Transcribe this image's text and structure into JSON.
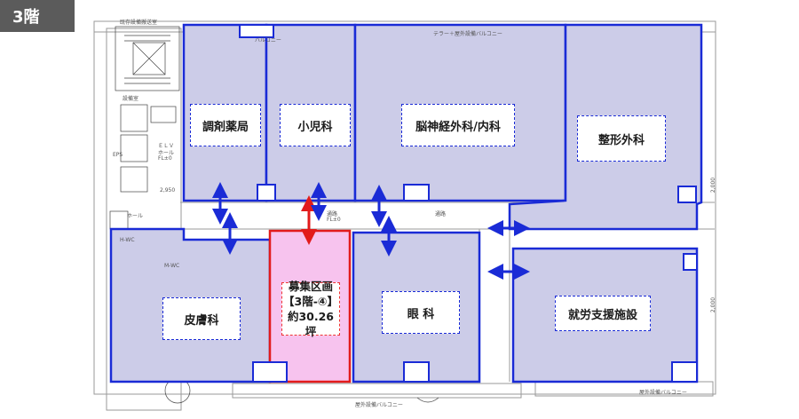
{
  "floor_label": "3階",
  "rooms": {
    "pharmacy": "調剤薬局",
    "pediatrics": "小児科",
    "neurosurgery": "脳神経外科/内科",
    "orthopedics": "整形外科",
    "dermatology": "皮膚科",
    "ophthalmology": "眼 科",
    "employment": "就労支援施設"
  },
  "recruit": {
    "line1": "募集区画",
    "line2": "【3階-④】",
    "line3": "約30.26坪"
  },
  "plan_text": {
    "top_facility": "既存設備搬送室",
    "balcony_top": "テラー＋屋外設備バルコニー",
    "balcony_small": "バルコニー",
    "balcony_bottom": "屋外設備バルコニー",
    "balcony_bottom2": "屋外設備バルコニー",
    "corridor1": "通路",
    "corridor1_fl": "FL±0",
    "corridor2": "通路",
    "elv_hall": "ＥＬＶ",
    "elv_hall2": "ホール",
    "elv_fl": "FL±0",
    "hall": "ホール",
    "mwc": "M-WC",
    "hwc": "H-WC",
    "eps": "EPS",
    "equip": "設備室",
    "dim1": "2,950",
    "dim2": "2,000",
    "dim3": "2,000"
  },
  "colors": {
    "room_fill": "#cccce8",
    "room_border": "#1a2bd6",
    "recruit_fill": "#f7c3ee",
    "recruit_border": "#e21b1b",
    "arrow_blue": "#1a2bd6",
    "arrow_red": "#e21b1b"
  }
}
